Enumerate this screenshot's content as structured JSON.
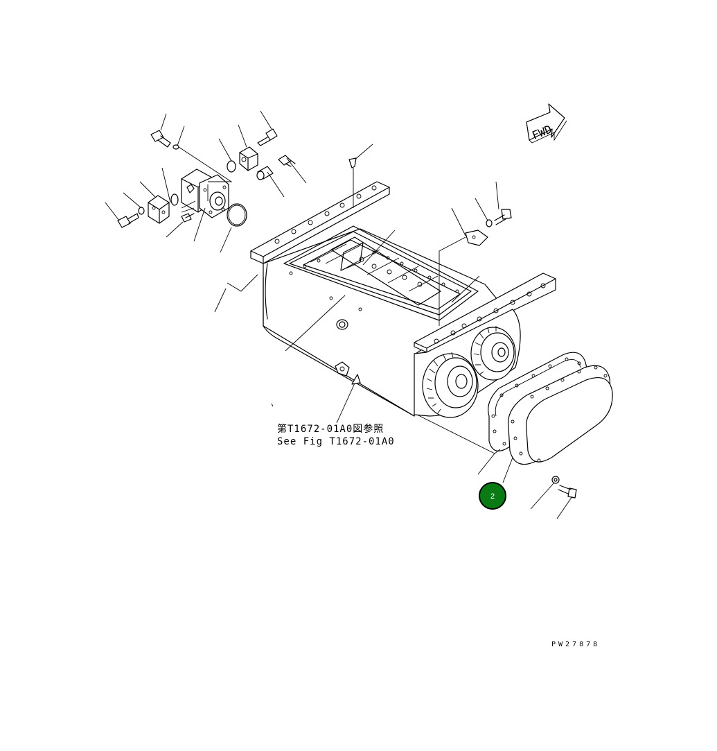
{
  "diagram": {
    "reference_label_jp": "第T1672-01A0図参照",
    "reference_label_en": "See Fig T1672-01A0",
    "direction_label": "FWD",
    "drawing_code": "PW27878",
    "callout": {
      "number": "2",
      "color": "#0a7a14",
      "border_color": "#000000"
    }
  }
}
